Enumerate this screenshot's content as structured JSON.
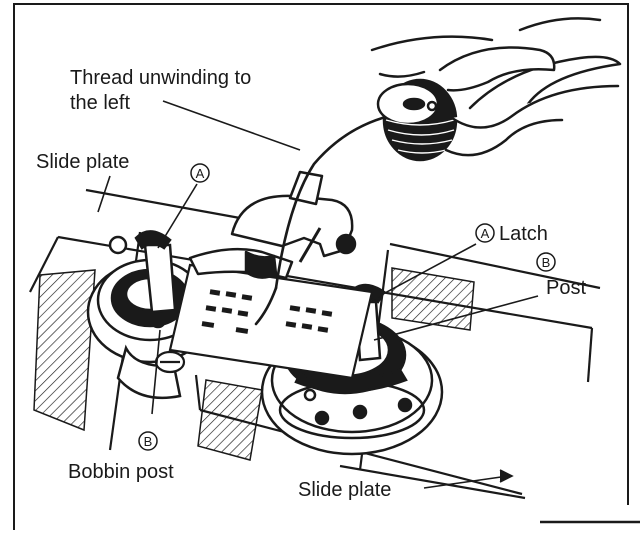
{
  "labels": {
    "thread": [
      "Thread unwinding to",
      "the left"
    ],
    "slide_plate_top": "Slide plate",
    "circle_a_left": "A",
    "latch": "Latch",
    "circle_a_right": "A",
    "circle_b_right": "B",
    "post": "Post",
    "circle_b_left": "B",
    "bobbin_post": "Bobbin post",
    "slide_plate_bottom": "Slide plate"
  },
  "colors": {
    "ink": "#1a1a1a",
    "paper": "#ffffff"
  }
}
